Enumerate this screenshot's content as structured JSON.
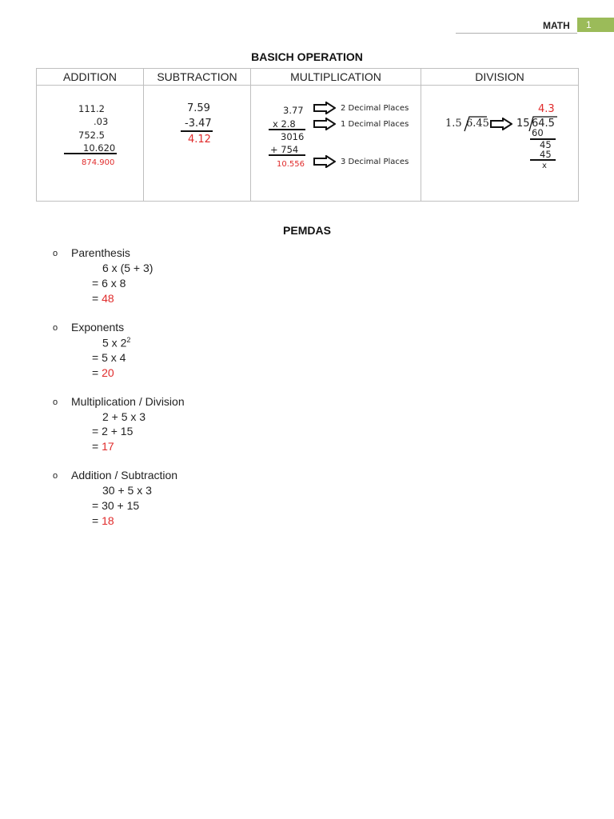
{
  "header": {
    "section": "MATH",
    "page_number": "1"
  },
  "operations": {
    "title": "BASICH OPERATION",
    "columns": [
      "ADDITION",
      "SUBTRACTION",
      "MULTIPLICATION",
      "DIVISION"
    ],
    "addition": {
      "lines": [
        "111.2",
        ".03",
        "752.5",
        "10.620"
      ],
      "result": "874.900"
    },
    "subtraction": {
      "lines": [
        "7.59",
        "-3.47"
      ],
      "result": "4.12"
    },
    "multiplication": {
      "lines": [
        "3.77",
        "x   2.8",
        "3016",
        "+ 754"
      ],
      "result": "10.556",
      "notes": [
        "2 Decimal Places",
        "1 Decimal Places",
        "3 Decimal Places"
      ]
    },
    "division": {
      "divisor_1": "1.5",
      "dividend_1": "6.45",
      "divisor_2": "15",
      "dividend_2": "64.5",
      "quotient": "4.3",
      "steps": [
        "60",
        "45",
        "45",
        "x"
      ]
    }
  },
  "pemdas": {
    "title": "PEMDAS",
    "bullet": "o",
    "sections": [
      {
        "name": "Parenthesis",
        "expr": "6 x (5 + 3)",
        "step": "= 6 x 8",
        "eq": "= ",
        "answer": "48"
      },
      {
        "name": "Exponents",
        "expr_base": "5 x 2",
        "expr_exp": "2",
        "step": "= 5 x 4",
        "eq": "= ",
        "answer": "20"
      },
      {
        "name": "Multiplication / Division",
        "expr": "2 + 5 x 3",
        "step": "= 2 + 15",
        "eq": "= ",
        "answer": "17"
      },
      {
        "name": "Addition / Subtraction",
        "expr": "30 + 5 x 3",
        "step": "= 30 + 15",
        "eq": "= ",
        "answer": "18"
      }
    ]
  },
  "colors": {
    "answer": "#e02b2b",
    "header_badge": "#9bbb59"
  }
}
